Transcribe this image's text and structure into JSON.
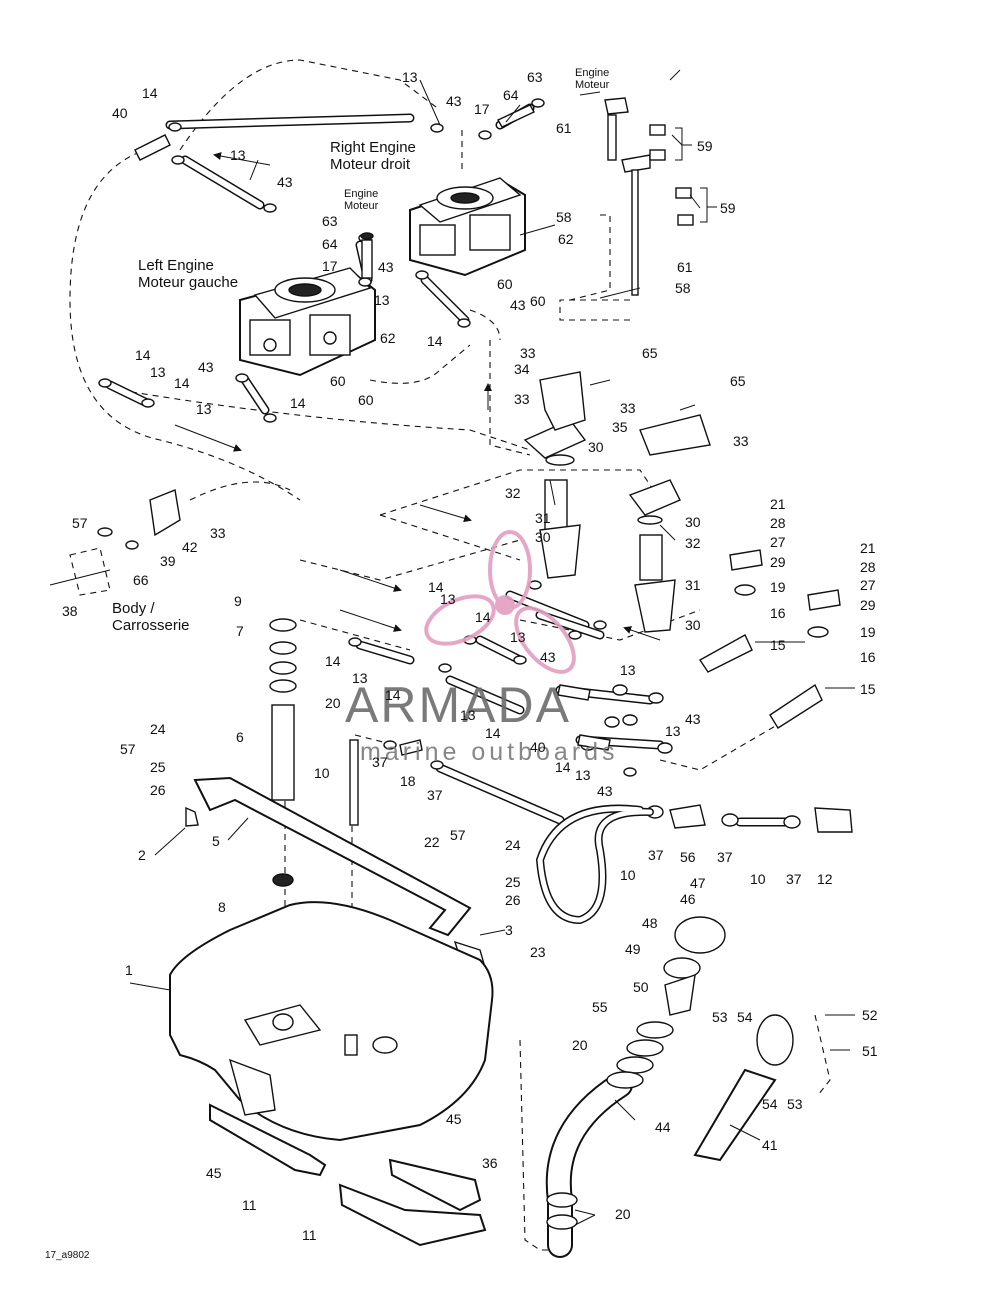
{
  "labels": {
    "right_engine_en": "Right Engine",
    "right_engine_fr": "Moteur droit",
    "left_engine_en": "Left Engine",
    "left_engine_fr": "Moteur gauche",
    "engine_top_en": "Engine",
    "engine_top_fr": "Moteur",
    "engine_left_en": "Engine",
    "engine_left_fr": "Moteur",
    "body_en": "Body /",
    "body_fr": "Carrosserie"
  },
  "watermark": {
    "brand": "ARMADA",
    "tagline": "marine outboards",
    "logo_color": "#e49ec2",
    "text_color": "#6c6c6c"
  },
  "figure_code": "17_a9802",
  "callouts": {
    "c1": "1",
    "c2": "2",
    "c3": "3",
    "c5": "5",
    "c6": "6",
    "c7": "7",
    "c8": "8",
    "c9": "9",
    "c10a": "10",
    "c10b": "10",
    "c10c": "10",
    "c11a": "11",
    "c11b": "11",
    "c12": "12",
    "c13a": "13",
    "c13b": "13",
    "c13c": "13",
    "c13d": "13",
    "c13e": "13",
    "c13f": "13",
    "c13g": "13",
    "c13h": "13",
    "c13i": "13",
    "c13j": "13",
    "c13k": "13",
    "c13l": "13",
    "c14a": "14",
    "c14b": "14",
    "c14c": "14",
    "c14d": "14",
    "c14e": "14",
    "c14f": "14",
    "c14g": "14",
    "c14h": "14",
    "c14i": "14",
    "c14j": "14",
    "c14k": "14",
    "c15a": "15",
    "c15b": "15",
    "c16a": "16",
    "c16b": "16",
    "c17a": "17",
    "c17b": "17",
    "c18": "18",
    "c19a": "19",
    "c19b": "19",
    "c20a": "20",
    "c20b": "20",
    "c20c": "20",
    "c21a": "21",
    "c21b": "21",
    "c22": "22",
    "c23": "23",
    "c24a": "24",
    "c24b": "24",
    "c25a": "25",
    "c25b": "25",
    "c26a": "26",
    "c26b": "26",
    "c27a": "27",
    "c27b": "27",
    "c28a": "28",
    "c28b": "28",
    "c29a": "29",
    "c29b": "29",
    "c30a": "30",
    "c30b": "30",
    "c30c": "30",
    "c30d": "30",
    "c31a": "31",
    "c31b": "31",
    "c32a": "32",
    "c32b": "32",
    "c33a": "33",
    "c33b": "33",
    "c33c": "33",
    "c33d": "33",
    "c33e": "33",
    "c34": "34",
    "c35": "35",
    "c36": "36",
    "c37a": "37",
    "c37b": "37",
    "c37c": "37",
    "c37d": "37",
    "c37e": "37",
    "c38": "38",
    "c39": "39",
    "c40a": "40",
    "c40b": "40",
    "c41": "41",
    "c42": "42",
    "c43a": "43",
    "c43b": "43",
    "c43c": "43",
    "c43d": "43",
    "c43e": "43",
    "c43f": "43",
    "c43g": "43",
    "c43h": "43",
    "c44": "44",
    "c45a": "45",
    "c45b": "45",
    "c46": "46",
    "c47": "47",
    "c48": "48",
    "c49": "49",
    "c50": "50",
    "c51": "51",
    "c52": "52",
    "c53a": "53",
    "c53b": "53",
    "c54a": "54",
    "c54b": "54",
    "c55": "55",
    "c56": "56",
    "c57a": "57",
    "c57b": "57",
    "c57c": "57",
    "c58a": "58",
    "c58b": "58",
    "c59a": "59",
    "c59b": "59",
    "c60a": "60",
    "c60b": "60",
    "c60c": "60",
    "c60d": "60",
    "c61a": "61",
    "c61b": "61",
    "c62a": "62",
    "c62b": "62",
    "c63a": "63",
    "c63b": "63",
    "c64a": "64",
    "c64b": "64",
    "c65a": "65",
    "c65b": "65",
    "c66": "66"
  }
}
